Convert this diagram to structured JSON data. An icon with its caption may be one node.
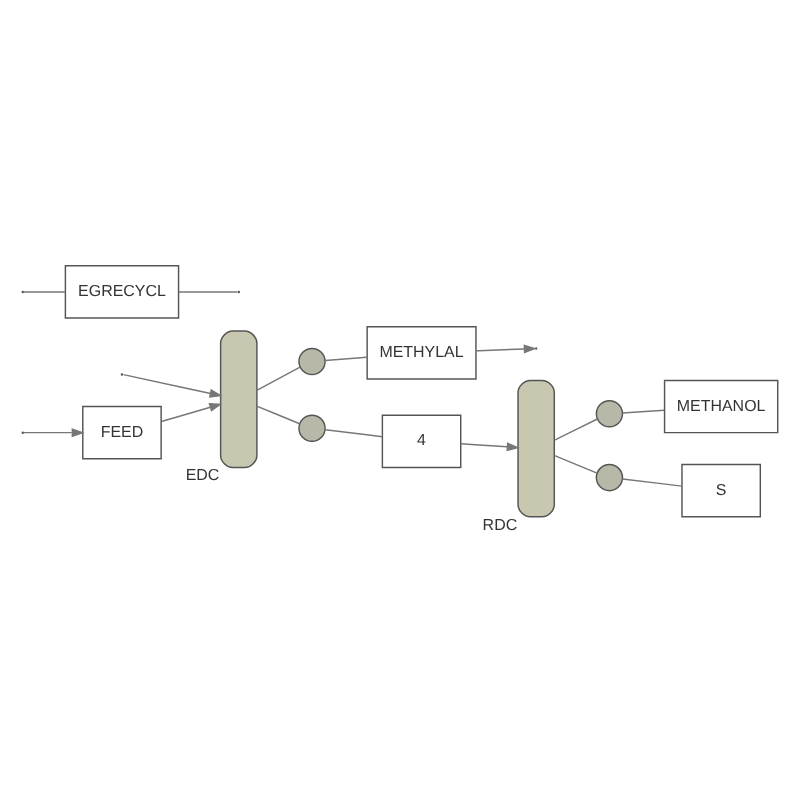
{
  "diagram": {
    "nodes": [
      {
        "text": [
          "FEED"
        ]
      },
      {
        "text": [],
        "shape": "cylinder",
        "beside": [
          "EDC"
        ]
      },
      {
        "text": [],
        "shape": "circle"
      },
      {
        "text": [],
        "shape": "circle"
      },
      {
        "text": [
          "METHYLAL"
        ]
      },
      {
        "text": [
          "4"
        ]
      },
      {
        "text": [],
        "shape": "cylinder",
        "beside": [
          "RDC"
        ]
      },
      {
        "text": [],
        "shape": "circle"
      },
      {
        "text": [],
        "shape": "circle"
      },
      {
        "text": [
          "METHANOL"
        ]
      },
      {
        "text": [
          "S"
        ]
      },
      {
        "text": [
          "EGRECYCL"
        ]
      }
    ],
    "edges": [
      {
        "from": null,
        "to": 0,
        "arrow": "to"
      },
      {
        "from": 0,
        "to": 1,
        "arrow": "to"
      },
      {
        "from": null,
        "to": 1,
        "arrow": "to"
      },
      {
        "from": 1,
        "to": 2,
        "arrow": "none"
      },
      {
        "from": 2,
        "to": 4,
        "arrow": "none"
      },
      {
        "from": 4,
        "to": null,
        "arrow": "to"
      },
      {
        "from": 1,
        "to": 3,
        "arrow": "none"
      },
      {
        "from": 3,
        "to": 5,
        "arrow": "none"
      },
      {
        "from": 5,
        "to": 6,
        "arrow": "to"
      },
      {
        "from": 6,
        "to": 7,
        "arrow": "none"
      },
      {
        "from": 7,
        "to": 9,
        "arrow": "none"
      },
      {
        "from": 6,
        "to": 8,
        "arrow": "none"
      },
      {
        "from": 8,
        "to": 10,
        "arrow": "none"
      },
      {
        "from": null,
        "to": 11,
        "arrow": "none"
      },
      {
        "from": 11,
        "to": null,
        "arrow": "none"
      }
    ]
  }
}
